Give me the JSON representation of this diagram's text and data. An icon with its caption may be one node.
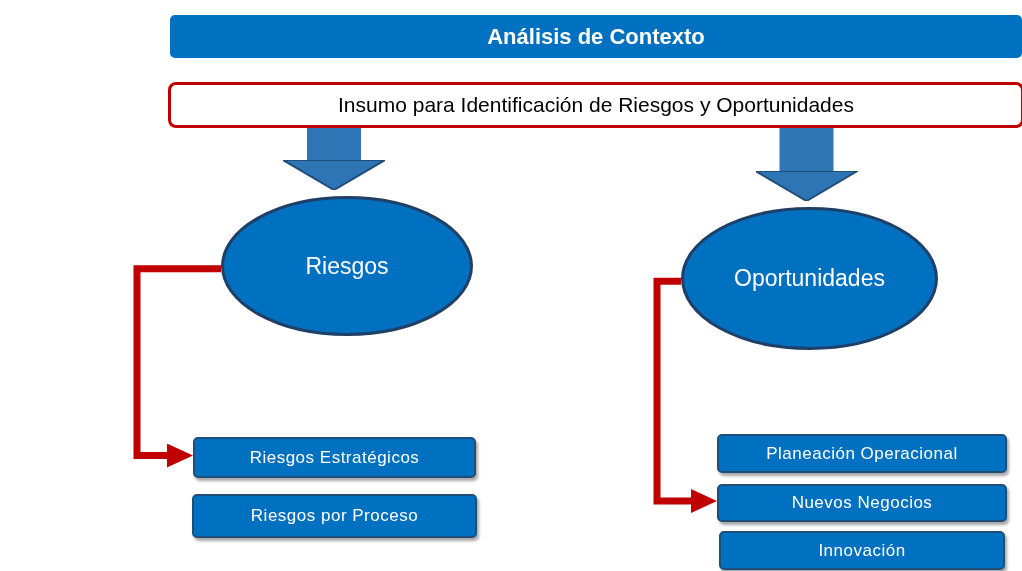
{
  "diagram": {
    "nodes": [
      {
        "text": [
          "Análisis de Contexto"
        ]
      },
      {
        "text": [
          "Insumo para Identificación de Riesgos y Oportunidades"
        ]
      },
      {
        "text": [
          "Riesgos"
        ]
      },
      {
        "text": [
          "Oportunidades"
        ]
      },
      {
        "text": [
          "Riesgos Estratégicos"
        ]
      },
      {
        "text": [
          "Riesgos por Proceso"
        ]
      },
      {
        "text": [
          "Planeación Operacional"
        ]
      },
      {
        "text": [
          "Nuevos Negocios"
        ]
      },
      {
        "text": [
          "Innovación"
        ]
      }
    ],
    "edges": [
      {
        "from": 1,
        "to": 2,
        "arrow": "to",
        "style": "thick",
        "color": "#2e75b6"
      },
      {
        "from": 1,
        "to": 3,
        "arrow": "to",
        "style": "thick",
        "color": "#2e75b6"
      },
      {
        "from": 2,
        "to": 4,
        "arrow": "to",
        "color": "#c00000"
      },
      {
        "from": 3,
        "to": 7,
        "arrow": "to",
        "color": "#c00000"
      }
    ]
  }
}
